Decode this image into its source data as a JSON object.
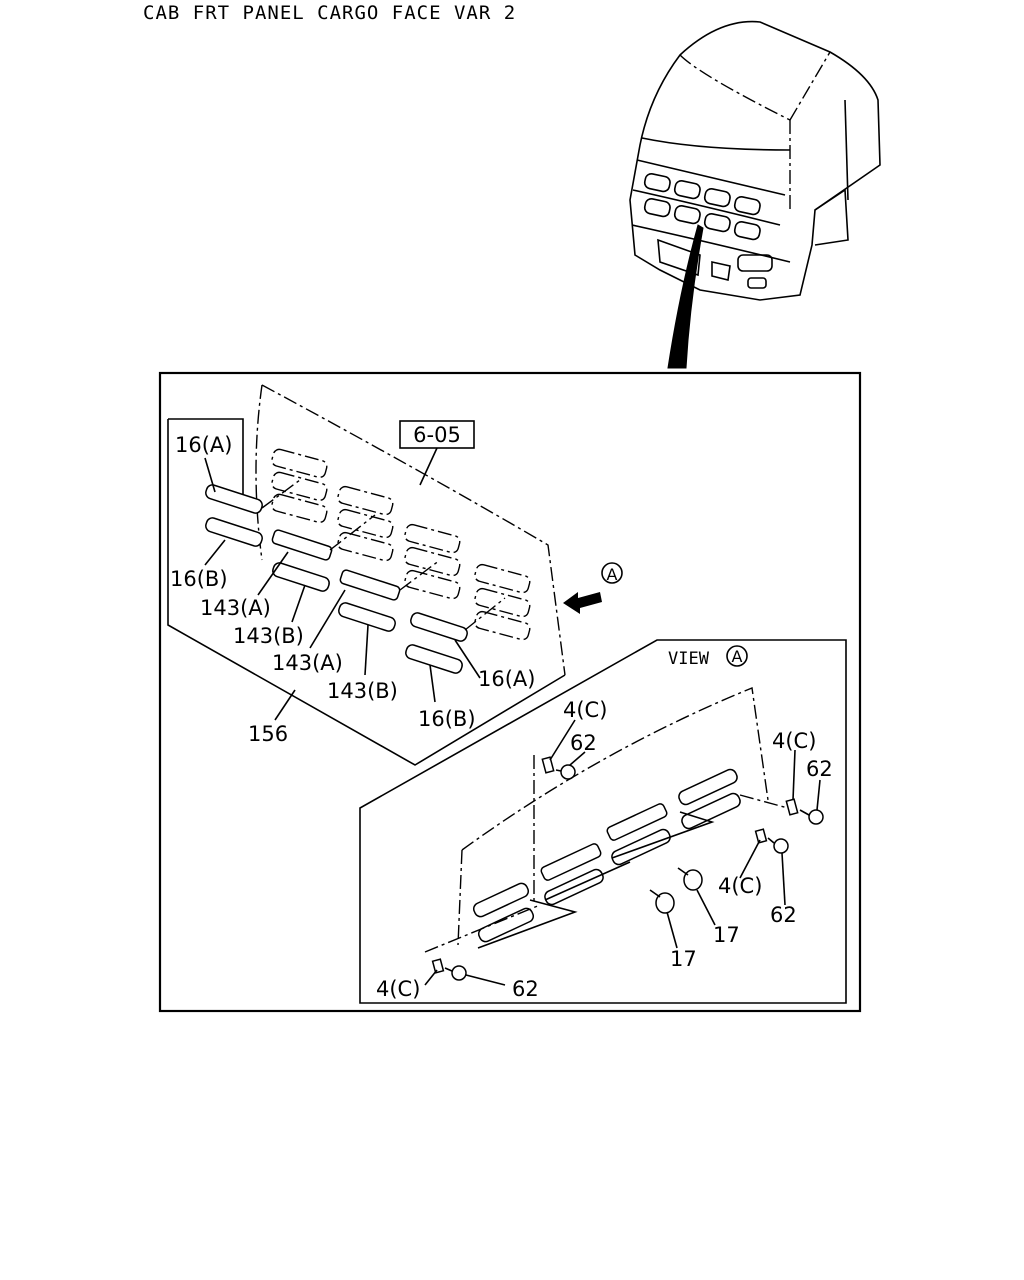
{
  "title": "CAB FRT PANEL CARGO FACE VAR 2",
  "ref_box": "6-05",
  "view_marker": "A",
  "view_label": "VIEW",
  "callouts": {
    "c16a_top": "16(A)",
    "c16b_left": "16(B)",
    "c143a_1": "143(A)",
    "c143b_1": "143(B)",
    "c143a_2": "143(A)",
    "c143b_2": "143(B)",
    "c16b_bottom": "16(B)",
    "c16a_right": "16(A)",
    "c156": "156",
    "c4c_top": "4(C)",
    "c62_top": "62",
    "c4c_right": "4(C)",
    "c62_right": "62",
    "c4c_mid": "4(C)",
    "c62_mid": "62",
    "c17_a": "17",
    "c17_b": "17",
    "c4c_bottom": "4(C)",
    "c62_bottom": "62"
  }
}
